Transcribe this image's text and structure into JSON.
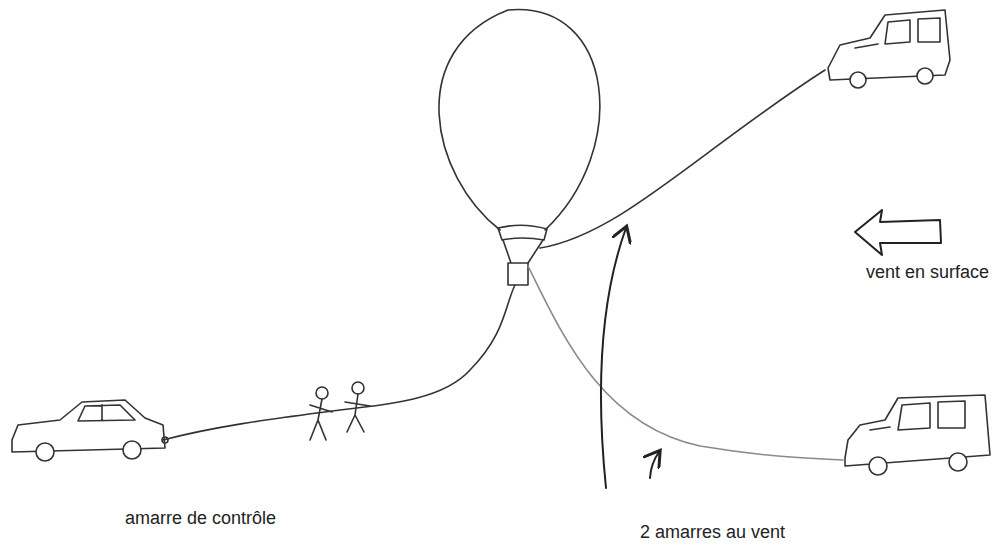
{
  "diagram": {
    "labels": [
      "vent en surface",
      "amarre de contrôle",
      "2 amarres au vent"
    ]
  }
}
